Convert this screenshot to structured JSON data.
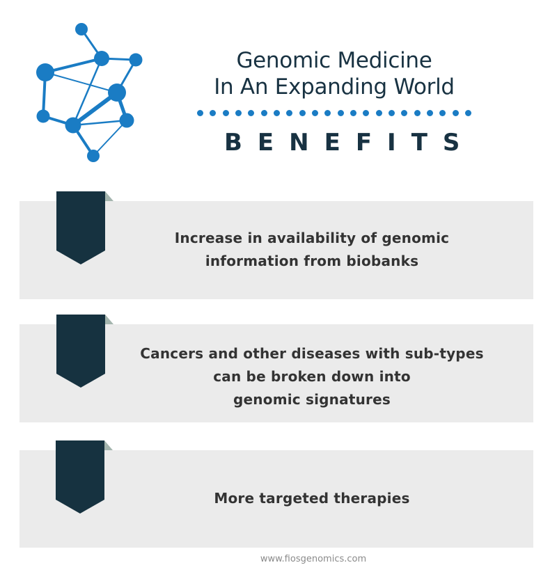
{
  "header": {
    "title_line1": "Genomic Medicine",
    "title_line2": "In An Expanding World",
    "subtitle": "BENEFITS",
    "divider_dot_count": 22,
    "logo_icon": "molecule-network-icon"
  },
  "benefits": [
    {
      "lines": [
        "Increase in availability of genomic",
        "information from biobanks"
      ]
    },
    {
      "lines": [
        "Cancers and other diseases with sub-types",
        "can be broken down into",
        "genomic signatures"
      ]
    },
    {
      "lines": [
        "More targeted therapies"
      ]
    }
  ],
  "footer": {
    "url": "www.fiosgenomics.com"
  },
  "colors": {
    "title": "#183242",
    "accent_blue": "#1a7cc4",
    "ribbon": "#163240",
    "ribbon_fold": "#a4b5ae",
    "card_background": "#ebebeb",
    "card_text": "#333333",
    "footer_text": "#8a8a8a"
  }
}
